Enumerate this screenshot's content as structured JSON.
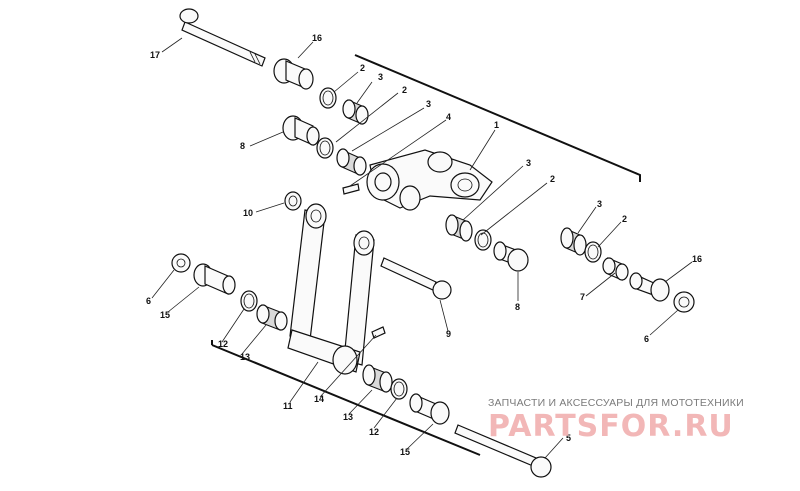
{
  "watermark": {
    "title": "ЗАПЧАСТИ И АКСЕССУАРЫ ДЛЯ МОТОТЕХНИКИ",
    "logo": "PARTSFOR.RU"
  },
  "callouts": {
    "c17": "17",
    "c16a": "16",
    "c2a": "2",
    "c3a": "3",
    "c2b": "2",
    "c3b": "3",
    "c4": "4",
    "c1": "1",
    "c8a": "8",
    "c3c": "3",
    "c2c": "2",
    "c3d": "3",
    "c2d": "2",
    "c10": "10",
    "c16b": "16",
    "c7": "7",
    "c6a": "6",
    "c6b": "6",
    "c15a": "15",
    "c12a": "12",
    "c13a": "13",
    "c9": "9",
    "c8b": "8",
    "c11": "11",
    "c14": "14",
    "c13b": "13",
    "c12b": "12",
    "c15b": "15",
    "c5": "5"
  }
}
